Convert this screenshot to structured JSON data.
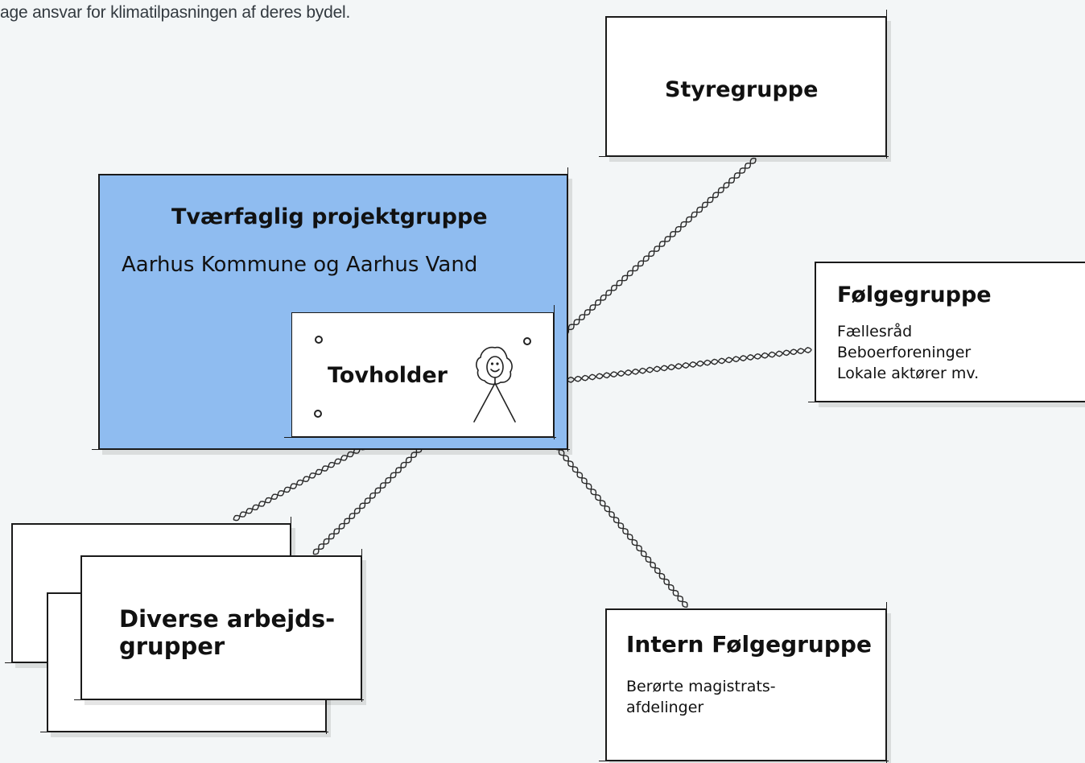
{
  "intro": {
    "line2": "age ansvar for klimatilpasningen af deres bydel."
  },
  "styregruppe": {
    "title": "Styregruppe"
  },
  "projektgruppe": {
    "title": "Tværfaglig projektgruppe",
    "subtitle": "Aarhus Kommune og Aarhus Vand",
    "fill_color": "#8fbcf0"
  },
  "tovholder": {
    "title": "Tovholder"
  },
  "folgegruppe": {
    "title": "Følgegruppe",
    "lines": [
      "Fællesråd",
      "Beboerforeninger",
      "Lokale aktører mv."
    ]
  },
  "arbejdsgrupper": {
    "title_line1": "Diverse arbejds-",
    "title_line2": "grupper"
  },
  "intern": {
    "title": "Intern Følgegruppe",
    "lines": [
      "Berørte magistrats-",
      "afdelinger"
    ]
  },
  "icons": {
    "person": "stick-figure-icon",
    "rope": "rope-connector"
  }
}
